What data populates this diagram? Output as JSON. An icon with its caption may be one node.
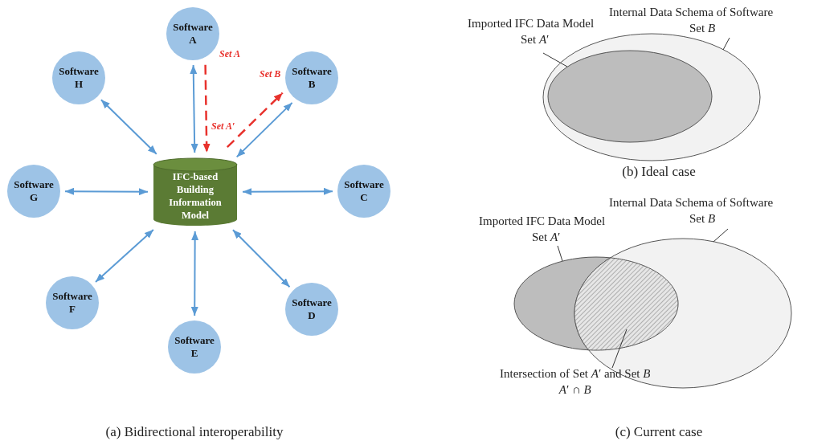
{
  "diagram": {
    "nodes": [
      {
        "text": [
          "Software A"
        ],
        "beside": [
          "Set A"
        ]
      },
      {
        "text": [
          "Software H"
        ]
      },
      {
        "text": [
          "Software B"
        ]
      },
      {
        "text": [
          "IFC-based Building Information Model"
        ]
      },
      {
        "text": [
          "Software G"
        ]
      },
      {
        "text": [
          "Software C"
        ]
      },
      {
        "text": [
          "Software F"
        ]
      },
      {
        "text": [
          "Software D"
        ]
      },
      {
        "text": [
          "Software E"
        ]
      },
      {
        "text": [
          "Imported IFC Data Model",
          "Set *A*′"
        ]
      },
      {
        "text": [
          "Internal Data Schema of Software",
          "Set *B*"
        ]
      },
      {
        "text": [],
        "shape": "ellipse"
      },
      {
        "text": [],
        "shape": "ellipse",
        "in": 11
      },
      {
        "text": [
          "Imported IFC Data Model",
          "Set *A*′"
        ]
      },
      {
        "text": [
          "Internal Data Schema of Software",
          "Set *B*"
        ]
      },
      {
        "text": [],
        "shape": "ellipse"
      },
      {
        "text": [],
        "shape": "ellipse"
      },
      {
        "text": [],
        "shape": "lens"
      },
      {
        "text": [
          "Intersection of Set *A*′ and Set *B*",
          "*A*′ ∩ *B*"
        ]
      }
    ],
    "edges": [
      {
        "from": 3,
        "to": 0,
        "arrow": "both"
      },
      {
        "from": 3,
        "to": 1,
        "arrow": "both"
      },
      {
        "from": 3,
        "to": 2,
        "arrow": "both"
      },
      {
        "from": 3,
        "to": 4,
        "arrow": "both"
      },
      {
        "from": 3,
        "to": 5,
        "arrow": "both"
      },
      {
        "from": 3,
        "to": 6,
        "arrow": "both"
      },
      {
        "from": 3,
        "to": 7,
        "arrow": "both"
      },
      {
        "from": 3,
        "to": 8,
        "arrow": "both"
      },
      {
        "from": 0,
        "to": 3,
        "arrow": "to",
        "style": "dashed",
        "color": "#e8322d",
        "label": "Set A′"
      },
      {
        "from": 3,
        "to": 2,
        "arrow": "to",
        "style": "dashed",
        "color": "#e8322d",
        "label": "Set B"
      },
      {
        "from": 9,
        "to": 12,
        "arrow": "none",
        "color": "#333333"
      },
      {
        "from": 10,
        "to": 11,
        "arrow": "none",
        "color": "#333333"
      },
      {
        "from": 13,
        "to": 15,
        "arrow": "none",
        "color": "#333333"
      },
      {
        "from": 14,
        "to": 16,
        "arrow": "none",
        "color": "#333333"
      },
      {
        "from": 18,
        "to": 17,
        "arrow": "none",
        "color": "#333333"
      }
    ],
    "labels": [
      "(a) Bidirectional interoperability",
      "(b) Ideal case",
      "(c) Current case"
    ]
  }
}
